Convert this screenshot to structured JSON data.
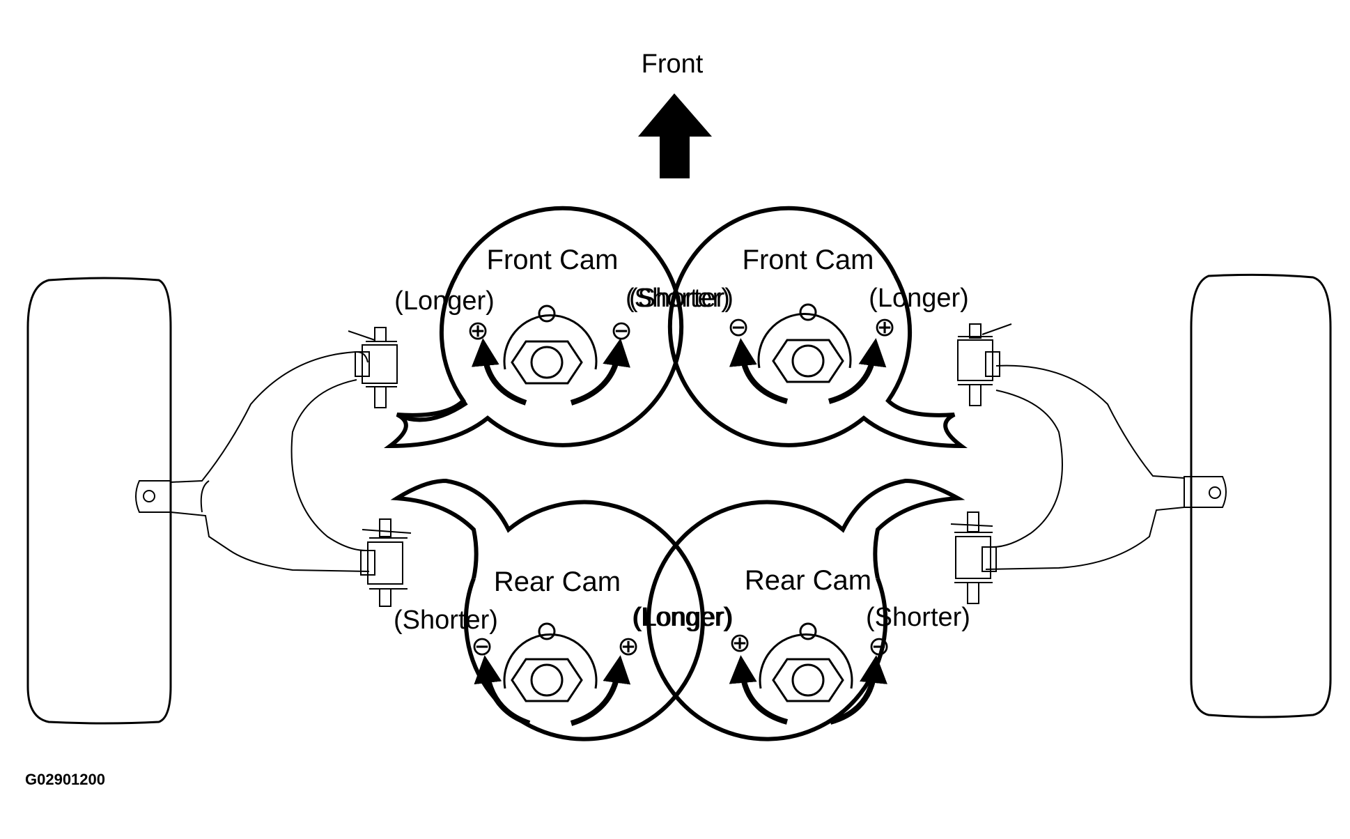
{
  "direction_label": "Front",
  "cams": [
    {
      "title": "Front Cam",
      "left_label": "(Longer)",
      "left_sign": "⊕",
      "right_label": "(Shorter)",
      "right_sign": "⊖"
    },
    {
      "title": "Front Cam",
      "left_label": "(Shorter)",
      "left_sign": "⊖",
      "right_label": "(Longer)",
      "right_sign": "⊕"
    },
    {
      "title": "Rear Cam",
      "left_label": "(Shorter)",
      "left_sign": "⊖",
      "right_label": "(Longer)",
      "right_sign": "⊕"
    },
    {
      "title": "Rear Cam",
      "left_label": "(Longer)",
      "left_sign": "⊕",
      "right_label": "(Shorter)",
      "right_sign": "⊖"
    }
  ],
  "figure_code": "G02901200",
  "colors": {
    "line": "#000000",
    "background": "#ffffff"
  }
}
